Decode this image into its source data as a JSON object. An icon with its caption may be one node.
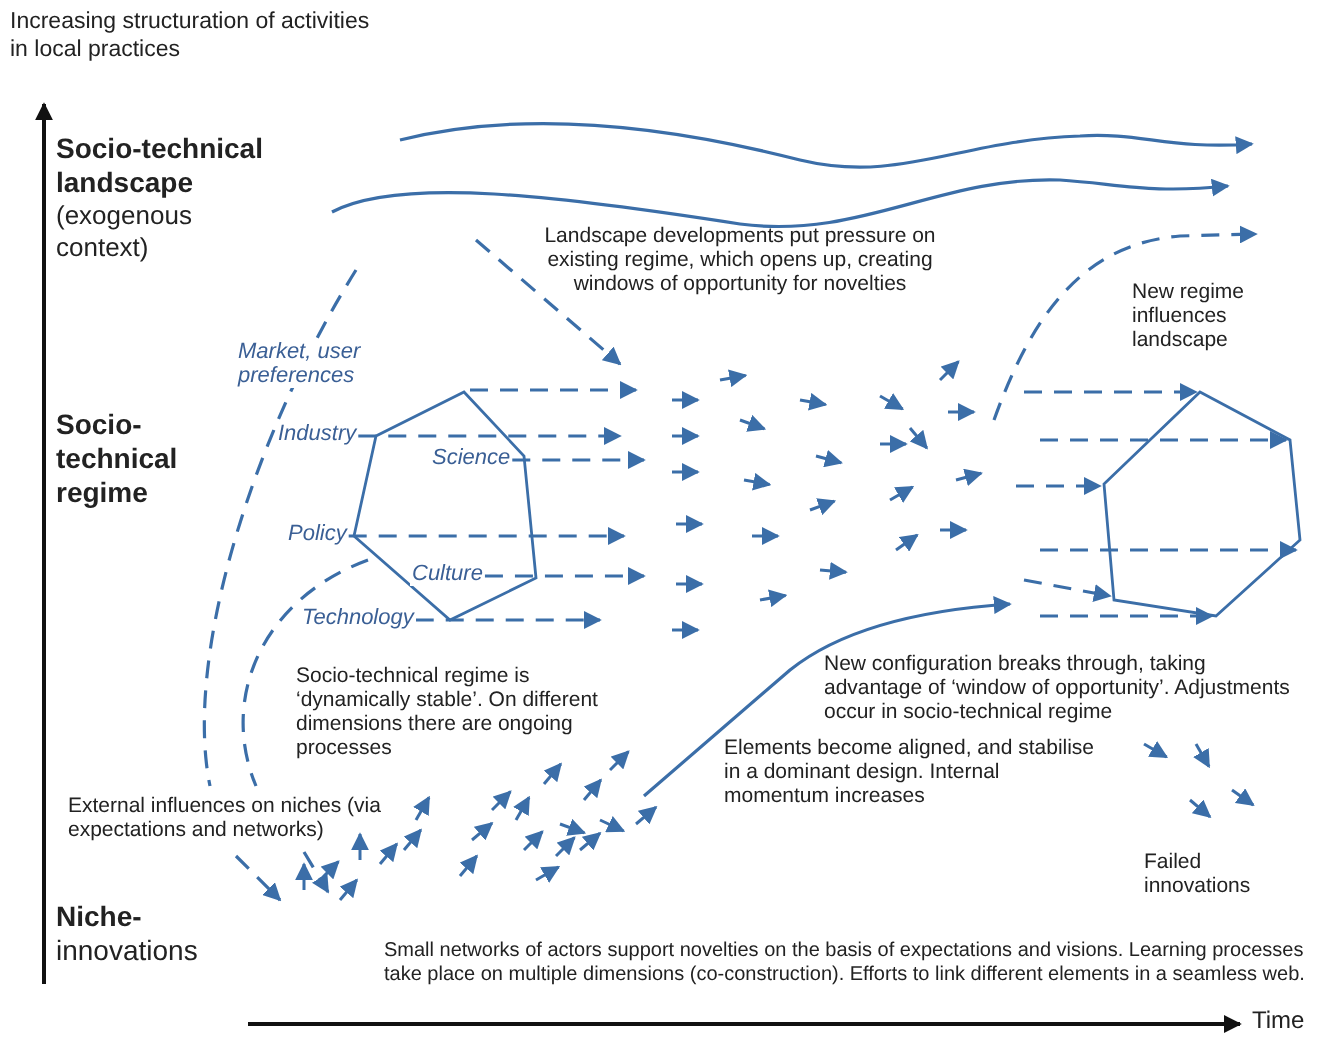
{
  "diagram": {
    "nodes": [
      {
        "text": [],
        "shape": "hexagon"
      },
      {
        "text": [
          "Market, user preferences"
        ]
      },
      {
        "text": [
          "Industry"
        ]
      },
      {
        "text": [
          "Science"
        ],
        "in": 0
      },
      {
        "text": [
          "Policy"
        ]
      },
      {
        "text": [
          "Culture"
        ],
        "in": 0
      },
      {
        "text": [
          "Technology"
        ]
      },
      {
        "text": [],
        "shape": "hexagon"
      }
    ],
    "edges": [
      {
        "from": 1,
        "to": null,
        "arrow": "to",
        "style": "dashed"
      },
      {
        "from": 2,
        "to": null,
        "arrow": "to",
        "style": "dashed"
      },
      {
        "from": 3,
        "to": null,
        "arrow": "to",
        "style": "dashed"
      },
      {
        "from": 4,
        "to": null,
        "arrow": "to",
        "style": "dashed"
      },
      {
        "from": 5,
        "to": null,
        "arrow": "to",
        "style": "dashed"
      },
      {
        "from": 6,
        "to": null,
        "arrow": "to",
        "style": "dashed"
      },
      {
        "from": null,
        "to": 7,
        "arrow": "to",
        "style": "dashed"
      },
      {
        "from": null,
        "to": 7,
        "arrow": "to",
        "style": "dashed"
      },
      {
        "from": null,
        "to": 7,
        "arrow": "to",
        "style": "dashed"
      },
      {
        "from": null,
        "to": 7,
        "arrow": "to",
        "style": "dashed"
      },
      {
        "from": null,
        "to": 7,
        "arrow": "to",
        "style": "dashed"
      },
      {
        "from": null,
        "to": 7,
        "arrow": "to",
        "style": "dashed"
      }
    ],
    "labels": [
      "Increasing structuration of activities in local practices",
      "Socio-technical landscape",
      "(exogenous context)",
      "Landscape developments put pressure on existing regime, which opens up, creating windows of opportunity for novelties",
      "New regime influences landscape",
      "Socio-technical regime",
      "Socio-technical regime is ‘dynamically stable’. On different dimensions there are ongoing processes",
      "New configuration breaks through, taking advantage of ‘window of opportunity’. Adjustments occur in socio-technical regime",
      "Elements become aligned, and stabilise in a dominant design. Internal momentum increases",
      "External influences on niches (via expectations and networks)",
      "Failed innovations",
      "**Niche-**innovations",
      "Small networks of actors support novelties on the basis of expectations and visions. Learning processes take place on multiple dimensions (co-construction). Efforts to link different elements in a seamless web.",
      "Time"
    ]
  }
}
